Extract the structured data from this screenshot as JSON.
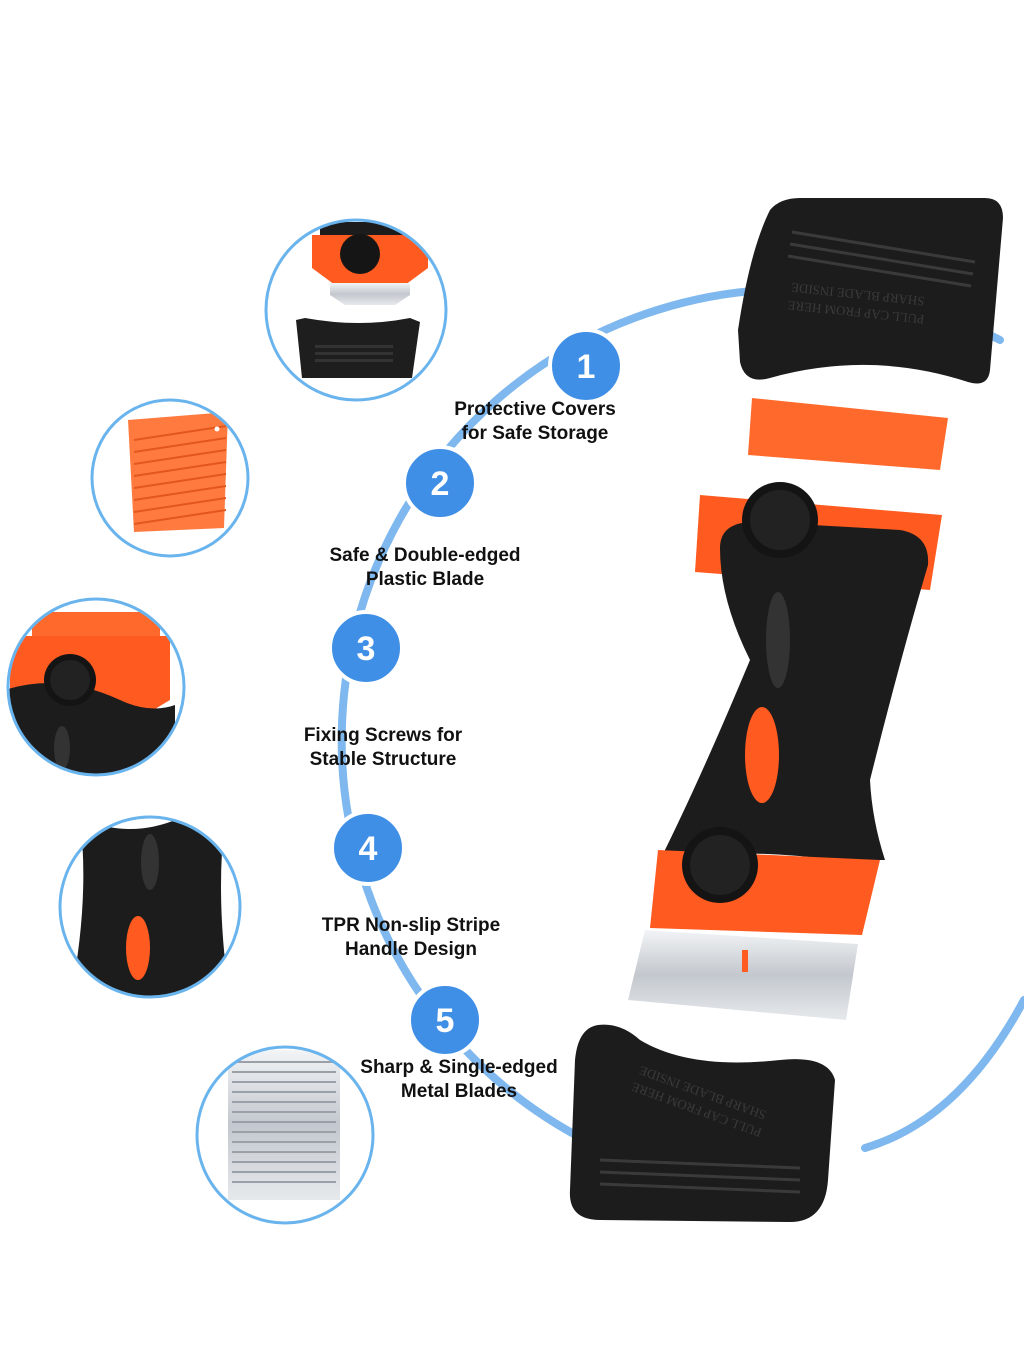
{
  "colors": {
    "accent_blue": "#3f8fe6",
    "circle_border": "#6ab4ee",
    "arc": "#7fb8ee",
    "handle_black": "#1c1c1c",
    "handle_orange": "#ff5a1f",
    "blade_silver": "#cfd3d8"
  },
  "features": [
    {
      "number": "1",
      "line1": "Protective Covers",
      "line2": "for Safe Storage"
    },
    {
      "number": "2",
      "line1": "Safe & Double-edged",
      "line2": "Plastic Blade"
    },
    {
      "number": "3",
      "line1": "Fixing Screws for",
      "line2": "Stable Structure"
    },
    {
      "number": "4",
      "line1": "TPR Non-slip Stripe",
      "line2": "Handle Design"
    },
    {
      "number": "5",
      "line1": "Sharp & Single-edged",
      "line2": "Metal Blades"
    }
  ],
  "cap_top": {
    "line1": "PULL CAP FROM HERE",
    "line2": "SHARP BLADE INSIDE"
  },
  "cap_bottom": {
    "line1": "PULL CAP FROM HERE",
    "line2": "SHARP BLADE INSIDE"
  },
  "detail_icons": [
    "cover-detail-icon",
    "plastic-blade-icon",
    "screw-detail-icon",
    "grip-detail-icon",
    "metal-blades-icon"
  ]
}
